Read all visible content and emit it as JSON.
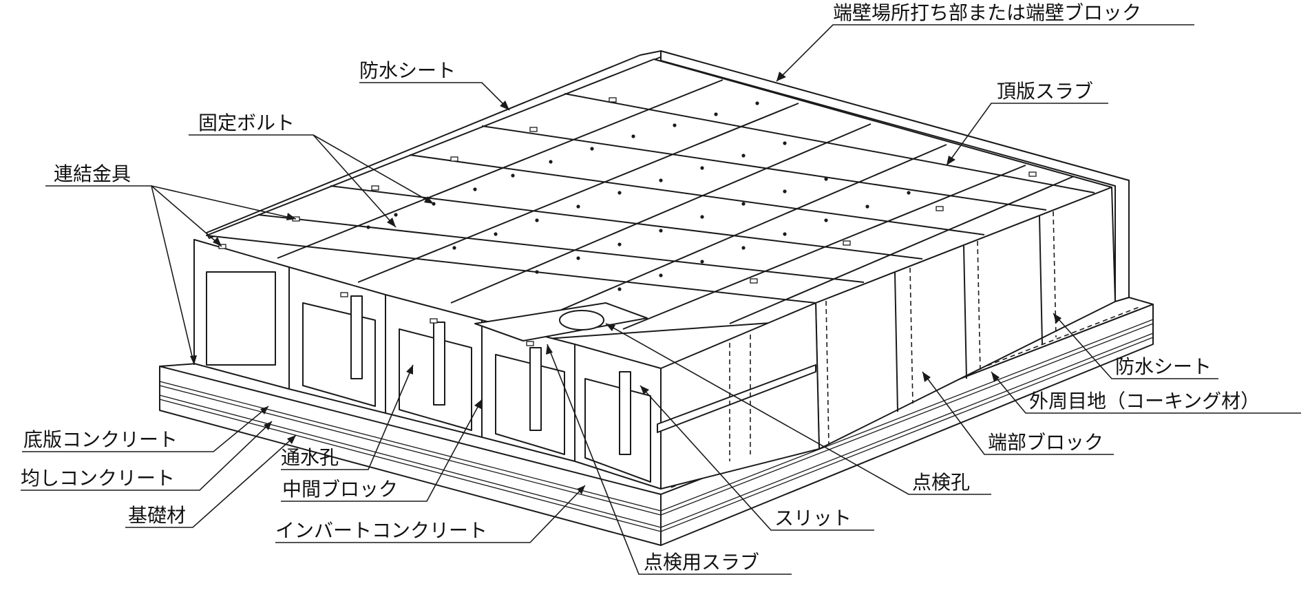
{
  "labels": {
    "end_wall": "端壁場所打ち部または端壁ブロック",
    "waterproof_sheet_top": "防水シート",
    "top_slab": "頂版スラブ",
    "fixing_bolt": "固定ボルト",
    "connecting_fitting": "連結金具",
    "waterproof_sheet_side": "防水シート",
    "perimeter_joint": "外周目地（コーキング材）",
    "bottom_slab_concrete": "底版コンクリート",
    "end_block": "端部ブロック",
    "leveling_concrete": "均しコンクリート",
    "water_hole": "通水孔",
    "inspection_hole": "点検孔",
    "foundation_material": "基礎材",
    "middle_block": "中間ブロック",
    "slit": "スリット",
    "invert_concrete": "インバートコンクリート",
    "inspection_slab": "点検用スラブ"
  }
}
